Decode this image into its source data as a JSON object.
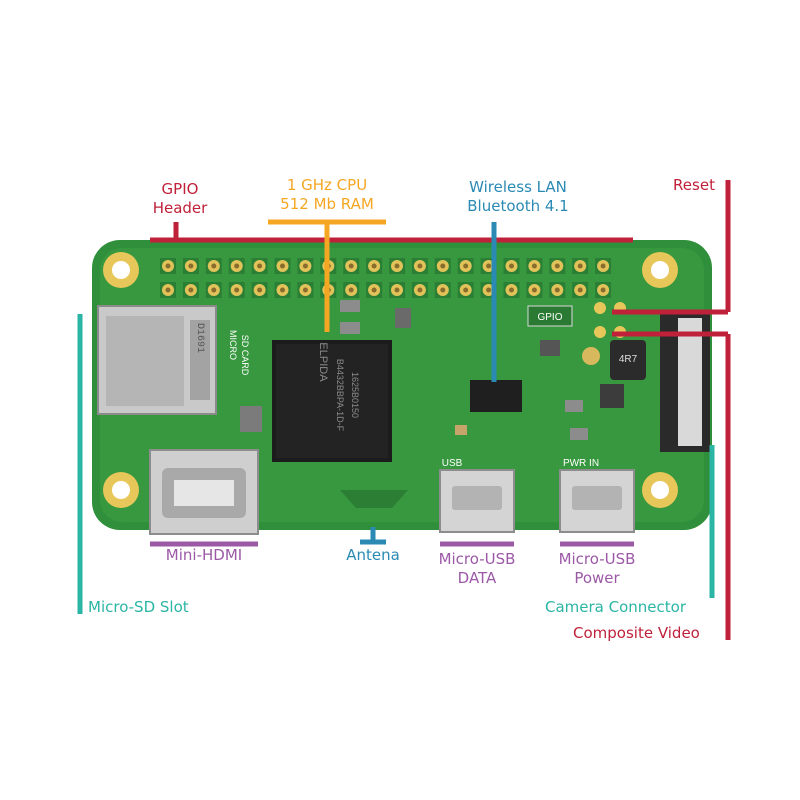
{
  "labels": {
    "gpio": {
      "line1": "GPIO",
      "line2": "Header"
    },
    "cpu": {
      "line1": "1 GHz CPU",
      "line2": "512 Mb RAM"
    },
    "wireless": {
      "line1": "Wireless LAN",
      "line2": "Bluetooth 4.1"
    },
    "reset": "Reset",
    "mini_hdmi": "Mini-HDMI",
    "antena": "Antena",
    "usb_data": {
      "line1": "Micro-USB",
      "line2": "DATA"
    },
    "usb_power": {
      "line1": "Micro-USB",
      "line2": "Power"
    },
    "micro_sd": "Micro-SD Slot",
    "camera": "Camera Connector",
    "composite": "Composite Video"
  },
  "board_text": {
    "gpio_tag": "GPIO",
    "usb_tag": "USB",
    "pwr_tag": "PWR IN",
    "chip_brand": "ELPIDA",
    "chip_line1": "B4432BBPA-1D-F",
    "chip_line2": "1625B0150",
    "sd_text1": "MICRO",
    "sd_text2": "SD CARD",
    "sd_code": "D1691",
    "inductor": "4R7"
  },
  "colors": {
    "red": "#c0213a",
    "orange": "#f5a623",
    "blue": "#2a8ab3",
    "purple": "#9b59a6",
    "teal": "#2bb5a4",
    "board": "#2f8f3a"
  }
}
